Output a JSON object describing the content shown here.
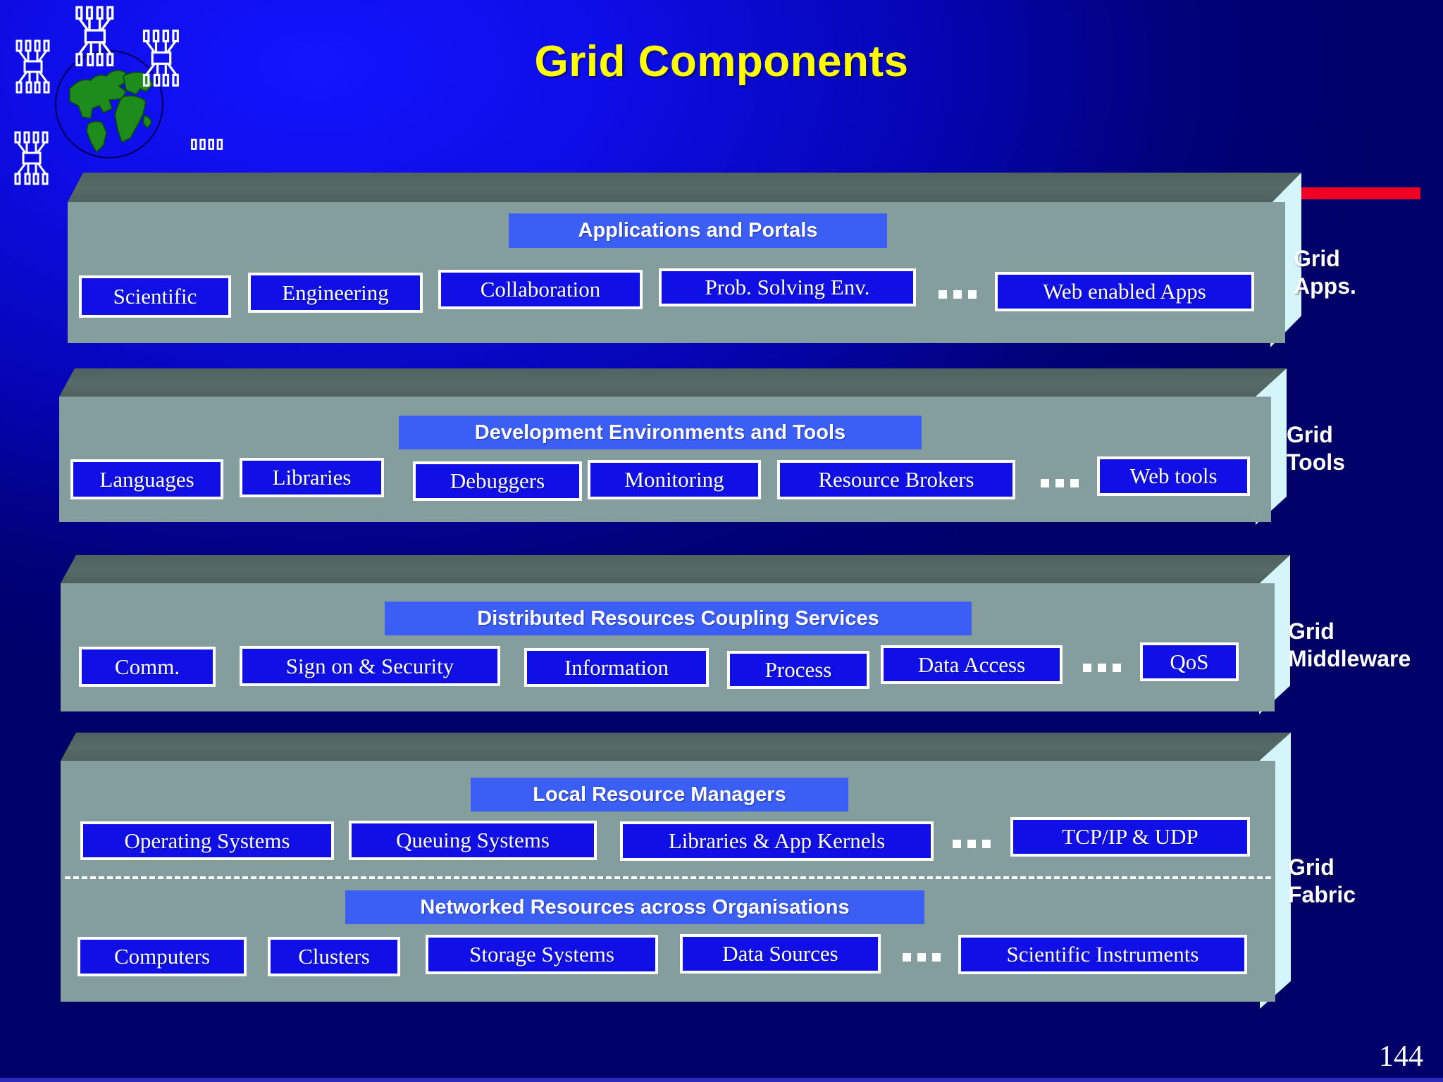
{
  "slide": {
    "title": "Grid Components",
    "page_number": "144",
    "title_color": "#ffff00",
    "background_color": "#0505b4",
    "accent_red": "#f00024",
    "header_box_color": "#3b5ef5",
    "item_box_color": "#1010e6",
    "slab_color": "#839e9c",
    "slab_top_color": "#51625f",
    "slab_side_color": "#d4f6fb"
  },
  "decor": {
    "globe_icon": "globe-icon",
    "chip_icon": "chip-icon",
    "chip_count": 5
  },
  "layers": [
    {
      "id": "grid-apps",
      "side_label": "Grid\nApps.",
      "header": "Applications and Portals",
      "items": [
        "Scientific",
        "Engineering",
        "Collaboration",
        "Prob. Solving Env.",
        "Web enabled Apps"
      ],
      "ellipsis_after_index": 3
    },
    {
      "id": "grid-tools",
      "side_label": "Grid\nTools",
      "header": "Development Environments and Tools",
      "items": [
        "Languages",
        "Libraries",
        "Debuggers",
        "Monitoring",
        "Resource Brokers",
        "Web tools"
      ],
      "ellipsis_after_index": 4
    },
    {
      "id": "grid-middleware",
      "side_label": "Grid\nMiddleware",
      "header": "Distributed Resources Coupling Services",
      "items": [
        "Comm.",
        "Sign on & Security",
        "Information",
        "Process",
        "Data Access",
        "QoS"
      ],
      "ellipsis_after_index": 4
    },
    {
      "id": "grid-fabric",
      "side_label": "Grid\nFabric",
      "header": "Local Resource Managers",
      "items": [
        "Operating Systems",
        "Queuing Systems",
        "Libraries & App Kernels",
        "TCP/IP & UDP"
      ],
      "ellipsis_after_index": 2,
      "sub_header": "Networked Resources across Organisations",
      "sub_items": [
        "Computers",
        "Clusters",
        "Storage Systems",
        "Data Sources",
        "Scientific Instruments"
      ],
      "sub_ellipsis_after_index": 3
    }
  ]
}
